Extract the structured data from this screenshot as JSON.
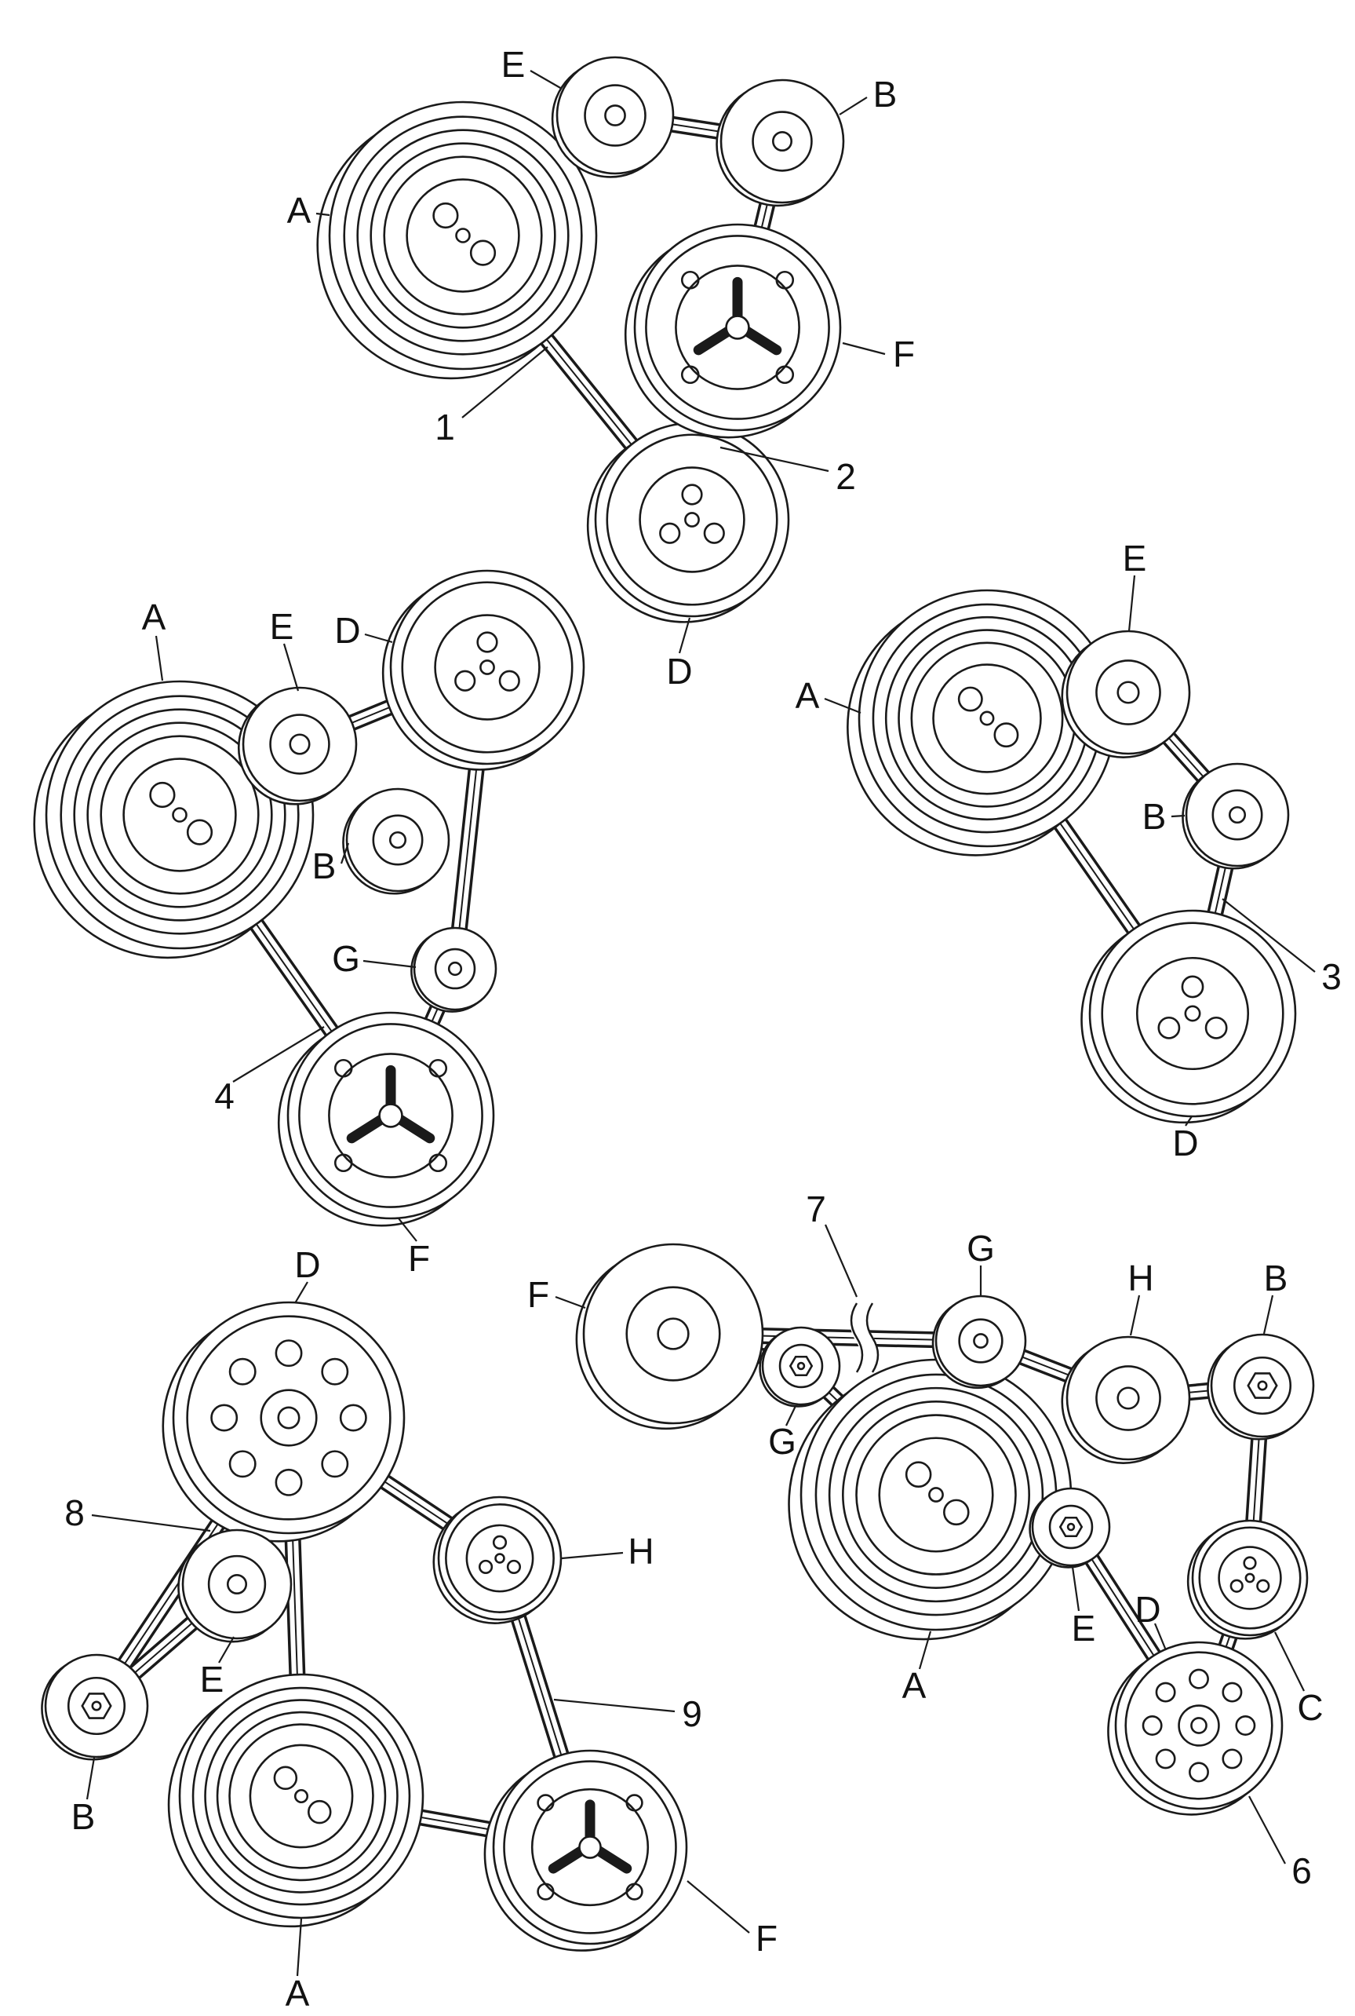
{
  "diagrams": [
    {
      "name": "belt-routing-top",
      "belt_refs": [
        "1",
        "2"
      ],
      "labels": {
        "A": "A",
        "B": "B",
        "D": "D",
        "E": "E",
        "F": "F",
        "n1": "1",
        "n2": "2"
      }
    },
    {
      "name": "belt-routing-mid-left",
      "belt_refs": [
        "4"
      ],
      "labels": {
        "A": "A",
        "B": "B",
        "D": "D",
        "E": "E",
        "F": "F",
        "G": "G",
        "n4": "4"
      }
    },
    {
      "name": "belt-routing-mid-right",
      "belt_refs": [
        "3"
      ],
      "labels": {
        "A": "A",
        "B": "B",
        "D": "D",
        "E": "E",
        "n3": "3"
      }
    },
    {
      "name": "belt-routing-bottom-left",
      "belt_refs": [
        "8",
        "9"
      ],
      "labels": {
        "A": "A",
        "B": "B",
        "D": "D",
        "E": "E",
        "F": "F",
        "H": "H",
        "n8": "8",
        "n9": "9"
      }
    },
    {
      "name": "belt-routing-bottom-right",
      "belt_refs": [
        "6",
        "7"
      ],
      "labels": {
        "A": "A",
        "B": "B",
        "C": "C",
        "D": "D",
        "E": "E",
        "F": "F",
        "G1": "G",
        "G2": "G",
        "H": "H",
        "n6": "6",
        "n7": "7"
      }
    }
  ]
}
